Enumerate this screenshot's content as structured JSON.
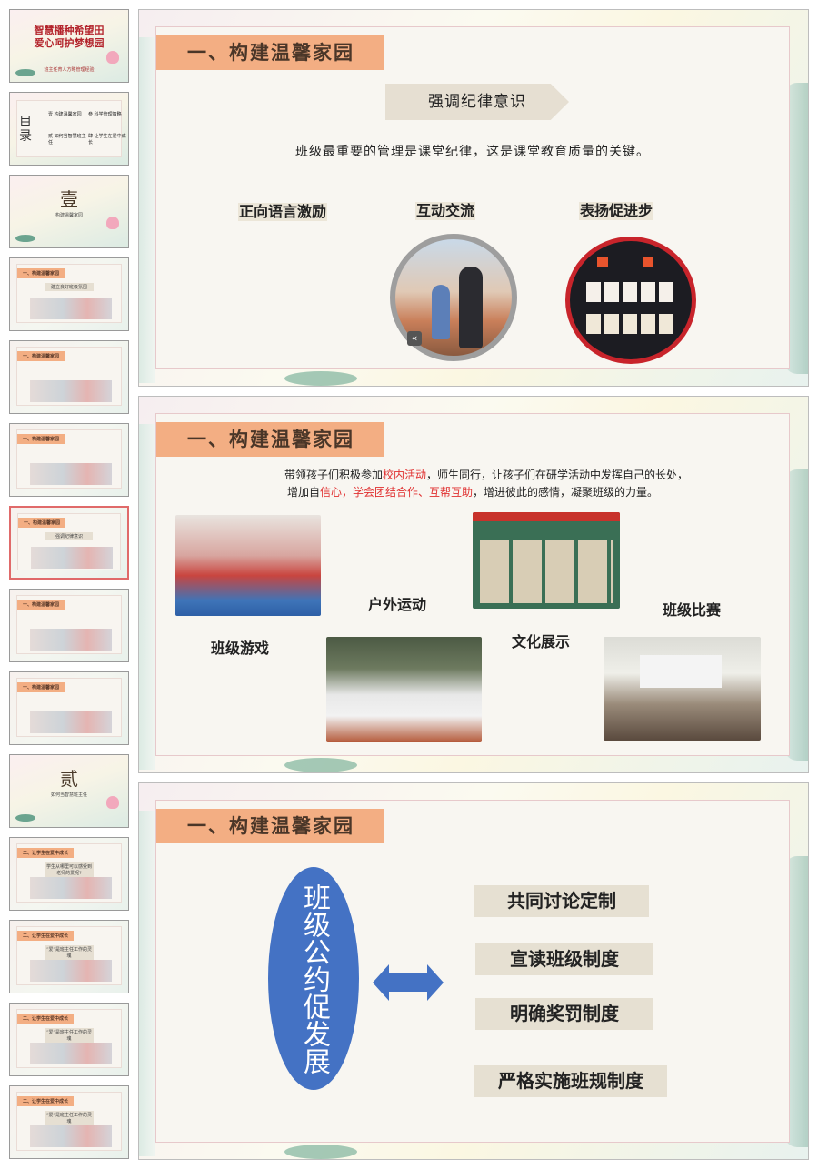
{
  "thumbnails": [
    {
      "type": "cover",
      "title_line1": "智慧播种希望田",
      "title_line2": "爱心呵护梦想园",
      "subtitle": "班主任育人方略管理经验"
    },
    {
      "type": "toc",
      "heading": "目录",
      "items": [
        "壹 构建温馨家园",
        "叁 科学管理策略",
        "贰 如何当智慧班主任",
        "肆 让学生在爱中成长"
      ]
    },
    {
      "type": "section",
      "numeral": "壹",
      "subtitle": "构建温馨家园"
    },
    {
      "type": "content",
      "header": "一、构建温馨家园",
      "chevron": "建立良好班级氛围"
    },
    {
      "type": "content",
      "header": "一、构建温馨家园",
      "chevron": ""
    },
    {
      "type": "content",
      "header": "一、构建温馨家园",
      "chevron": ""
    },
    {
      "type": "content",
      "header": "一、构建温馨家园",
      "chevron": "强调纪律意识",
      "selected": true
    },
    {
      "type": "content",
      "header": "一、构建温馨家园",
      "chevron": ""
    },
    {
      "type": "content",
      "header": "一、构建温馨家园",
      "chevron": ""
    },
    {
      "type": "section",
      "numeral": "贰",
      "subtitle": "如何当智慧班主任"
    },
    {
      "type": "content",
      "header": "二、让学生在爱中成长",
      "chevron": "学生从哪里可以感受到老师的爱呢?"
    },
    {
      "type": "content",
      "header": "二、让学生在爱中成长",
      "chevron": "“爱”是班主任工作的灵魂"
    },
    {
      "type": "content",
      "header": "二、让学生在爱中成长",
      "chevron": "“爱”是班主任工作的灵魂"
    },
    {
      "type": "content",
      "header": "二、让学生在爱中成长",
      "chevron": "“爱”是班主任工作的灵魂"
    }
  ],
  "slides": {
    "s1": {
      "header": "一、构建温馨家园",
      "chevron": "强调纪律意识",
      "sentence": "班级最重要的管理是课堂纪律，这是课堂教育质量的关键。",
      "labels": [
        "正向语言激励",
        "互动交流",
        "表扬促进步"
      ]
    },
    "s2": {
      "header": "一、构建温馨家园",
      "para_a": "带领孩子们积极参加",
      "para_b": "校内活动",
      "para_c": "，师生同行，让孩子们在研学活动中发挥自己的长处，",
      "para_d": "增加自",
      "para_e": "信心，学会团结合作、互帮互助",
      "para_f": "，增进彼此的感情，凝聚班级的力量。",
      "labels": {
        "outdoor": "户外运动",
        "game": "班级游戏",
        "culture": "文化展示",
        "contest": "班级比赛"
      }
    },
    "s3": {
      "header": "一、构建温馨家园",
      "ellipse_text": "班级公约促发展",
      "items": [
        "共同讨论定制",
        "宣读班级制度",
        "明确奖罚制度",
        "严格实施班规制度"
      ]
    }
  },
  "colors": {
    "header_tag": "#f3ae83",
    "chevron": "#e6dfd2",
    "ellipse": "#4472c4",
    "highlight": "#e03030",
    "selected_border": "#e06a6a"
  }
}
